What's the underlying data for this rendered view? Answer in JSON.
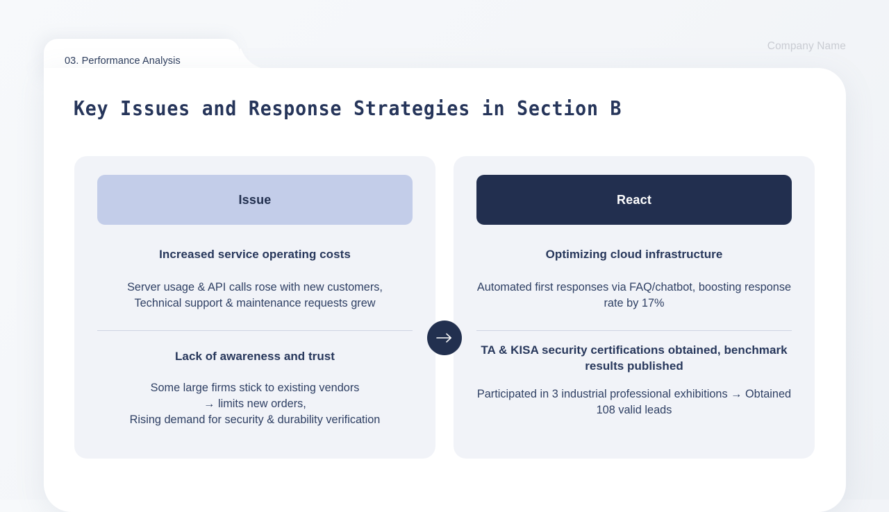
{
  "header": {
    "company_name": "Company Name",
    "tab_label": "03. Performance Analysis"
  },
  "panel": {
    "title": "Key Issues and Response Strategies in Section B"
  },
  "center_badge": {
    "icon": "arrow-right-icon"
  },
  "columns": [
    {
      "id": "issue",
      "header_label": "Issue",
      "blocks": [
        {
          "heading": "Increased service operating costs",
          "body": "Server usage & API calls rose with new customers,\nTechnical support & maintenance requests grew"
        },
        {
          "heading": "Lack of awareness and trust",
          "body": "Some large firms stick to existing vendors\n→ limits new orders,\nRising demand for security & durability verification"
        }
      ]
    },
    {
      "id": "react",
      "header_label": "React",
      "blocks": [
        {
          "heading": "Optimizing cloud infrastructure",
          "body": "Automated first responses via FAQ/chatbot, boosting response rate by 17%"
        },
        {
          "heading": "TA & KISA security certifications obtained, benchmark results published",
          "body": "Participated in 3 industrial professional exhibitions → Obtained 108 valid leads"
        }
      ]
    }
  ],
  "colors": {
    "background": "#f6f8fa",
    "panel": "#ffffff",
    "card": "#f1f3f8",
    "issue_header": "#c3cde9",
    "react_header": "#222f4f",
    "navy_text": "#27375b",
    "muted_text": "#c9ccd3",
    "divider": "#ced3e2"
  }
}
